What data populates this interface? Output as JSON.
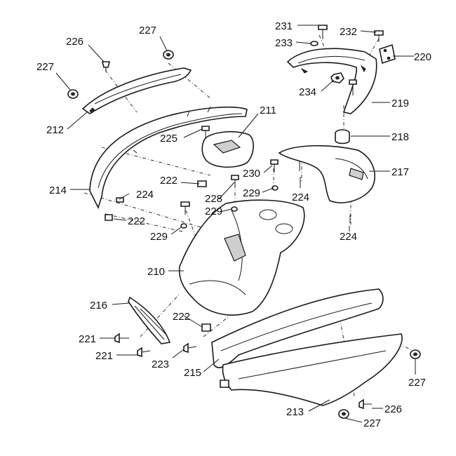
{
  "diagram": {
    "callouts": [
      {
        "id": "c226a",
        "text": "226"
      },
      {
        "id": "c227a",
        "text": "227"
      },
      {
        "id": "c227b",
        "text": "227"
      },
      {
        "id": "c212",
        "text": "212"
      },
      {
        "id": "c231",
        "text": "231"
      },
      {
        "id": "c232",
        "text": "232"
      },
      {
        "id": "c233",
        "text": "233"
      },
      {
        "id": "c220",
        "text": "220"
      },
      {
        "id": "c234",
        "text": "234"
      },
      {
        "id": "c219",
        "text": "219"
      },
      {
        "id": "c211",
        "text": "211"
      },
      {
        "id": "c225",
        "text": "225"
      },
      {
        "id": "c218",
        "text": "218"
      },
      {
        "id": "c230",
        "text": "230"
      },
      {
        "id": "c217",
        "text": "217"
      },
      {
        "id": "c222a",
        "text": "222"
      },
      {
        "id": "c229a",
        "text": "229"
      },
      {
        "id": "c224a",
        "text": "224"
      },
      {
        "id": "c214",
        "text": "214"
      },
      {
        "id": "c224b",
        "text": "224"
      },
      {
        "id": "c228",
        "text": "228"
      },
      {
        "id": "c229b",
        "text": "229"
      },
      {
        "id": "c222b",
        "text": "222"
      },
      {
        "id": "c229c",
        "text": "229"
      },
      {
        "id": "c224c",
        "text": "224"
      },
      {
        "id": "c210",
        "text": "210"
      },
      {
        "id": "c216",
        "text": "216"
      },
      {
        "id": "c222c",
        "text": "222"
      },
      {
        "id": "c221a",
        "text": "221"
      },
      {
        "id": "c221b",
        "text": "221"
      },
      {
        "id": "c223",
        "text": "223"
      },
      {
        "id": "c215",
        "text": "215"
      },
      {
        "id": "c227c",
        "text": "227"
      },
      {
        "id": "c213",
        "text": "213"
      },
      {
        "id": "c226b",
        "text": "226"
      },
      {
        "id": "c227d",
        "text": "227"
      }
    ]
  }
}
